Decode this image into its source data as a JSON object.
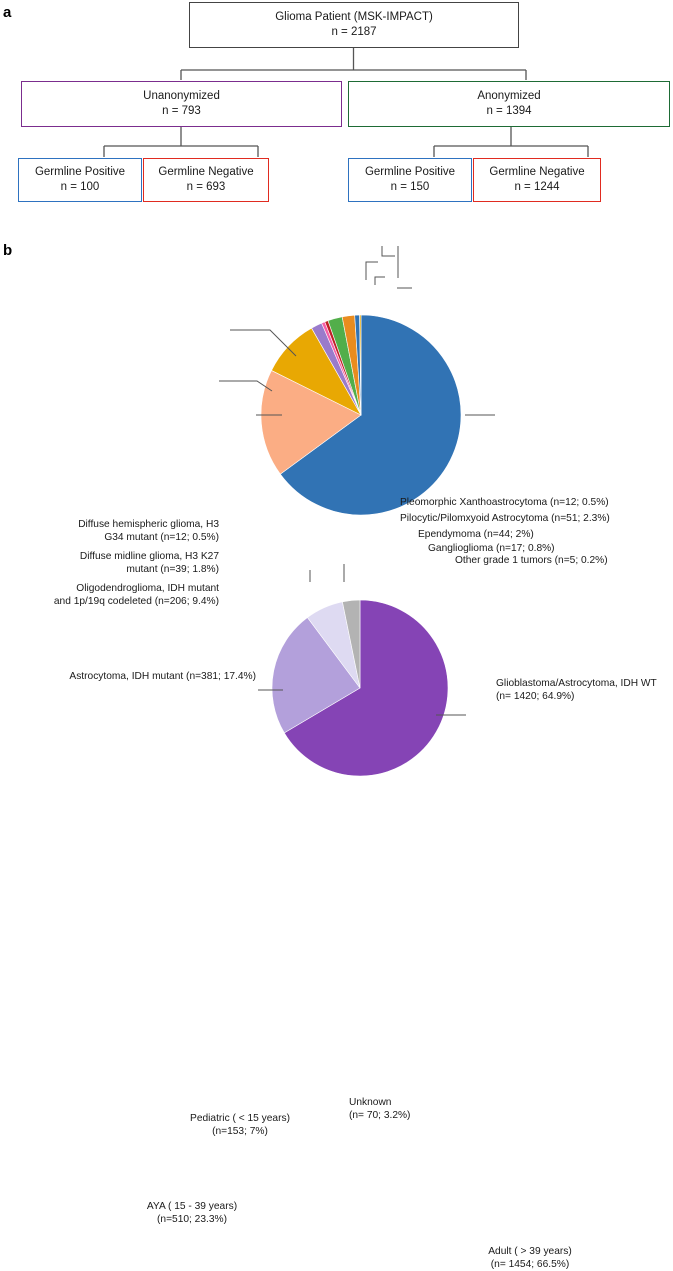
{
  "figure": {
    "panel_a_letter": "a",
    "panel_b_letter": "b"
  },
  "flowchart": {
    "root": {
      "title": "Glioma Patient (MSK-IMPACT)",
      "count": "n = 2187",
      "border_color": "#444444"
    },
    "level2": [
      {
        "title": "Unanonymized",
        "count": "n = 793",
        "border_color": "#7B2D8E"
      },
      {
        "title": "Anonymized",
        "count": "n = 1394",
        "border_color": "#1E6B35"
      }
    ],
    "level3": [
      {
        "title": "Germline Positive",
        "count": "n = 100",
        "border_color": "#2E72C0"
      },
      {
        "title": "Germline Negative",
        "count": "n = 693",
        "border_color": "#E02B20"
      },
      {
        "title": "Germline Positive",
        "count": "n = 150",
        "border_color": "#2E72C0"
      },
      {
        "title": "Germline Negative",
        "count": "n = 1244",
        "border_color": "#E02B20"
      }
    ]
  },
  "chart_data": [
    {
      "type": "pie",
      "title": "",
      "id": "glioma-histology-pie",
      "total": 2187,
      "start_angle_deg": -90,
      "direction": "clockwise",
      "legend": "callout-labels",
      "categories": [
        "Glioblastoma/Astrocytoma, IDH WT",
        "Astrocytoma, IDH mutant",
        "Oligodendroglioma, IDH mutant and 1p/19q codeleted",
        "Diffuse midline glioma, H3 K27 mutant",
        "Diffuse hemispheric glioma, H3 G34 mutant",
        "Pleomorphic Xanthoastrocytoma",
        "Pilocytic/Pilomxyoid Astrocytoma",
        "Ependymoma",
        "Ganglioglioma",
        "Other grade 1 tumors"
      ],
      "values": [
        1420,
        381,
        206,
        39,
        12,
        12,
        51,
        44,
        17,
        5
      ],
      "percents": [
        64.9,
        17.4,
        9.4,
        1.8,
        0.5,
        0.5,
        2.3,
        2.0,
        0.8,
        0.2
      ],
      "colors": [
        "#3173B4",
        "#FBAD84",
        "#E8A803",
        "#9A7BCB",
        "#F75FA8",
        "#C02026",
        "#52AE4A",
        "#E98C1F",
        "#3173B4",
        "#E8A803"
      ],
      "labels": [
        {
          "l1": "Glioblastoma/Astrocytoma, IDH WT",
          "l2": "(n= 1420; 64.9%)"
        },
        {
          "l1": "Astrocytoma, IDH mutant (n=381; 17.4%)",
          "l2": ""
        },
        {
          "l1": "Oligodendroglioma, IDH mutant",
          "l2": "and 1p/19q codeleted (n=206; 9.4%)"
        },
        {
          "l1": "Diffuse midline glioma, H3 K27",
          "l2": "mutant (n=39; 1.8%)"
        },
        {
          "l1": "Diffuse hemispheric glioma, H3",
          "l2": "G34 mutant (n=12; 0.5%)"
        },
        {
          "l1": "Pleomorphic Xanthoastrocytoma (n=12;  0.5%)",
          "l2": ""
        },
        {
          "l1": "Pilocytic/Pilomxyoid Astrocytoma (n=51; 2.3%)",
          "l2": ""
        },
        {
          "l1": "Ependymoma (n=44; 2%)",
          "l2": ""
        },
        {
          "l1": "Ganglioglioma (n=17; 0.8%)",
          "l2": ""
        },
        {
          "l1": "Other grade 1 tumors (n=5; 0.2%)",
          "l2": ""
        }
      ]
    },
    {
      "type": "pie",
      "title": "",
      "id": "age-group-pie",
      "total": 2187,
      "start_angle_deg": -90,
      "direction": "clockwise",
      "legend": "callout-labels",
      "categories": [
        "Adult ( > 39 years)",
        "AYA ( 15 - 39 years)",
        "Pediatric ( < 15 years)",
        "Unknown"
      ],
      "values": [
        1454,
        510,
        153,
        70
      ],
      "percents": [
        66.5,
        23.3,
        7.0,
        3.2
      ],
      "colors": [
        "#8544B5",
        "#B3A0DB",
        "#DEDAF2",
        "#B3B3B3"
      ],
      "labels": [
        {
          "l1": "Adult ( > 39 years)",
          "l2": "(n= 1454; 66.5%)"
        },
        {
          "l1": "AYA ( 15 - 39 years)",
          "l2": "(n=510; 23.3%)"
        },
        {
          "l1": "Pediatric ( < 15 years)",
          "l2": "(n=153; 7%)"
        },
        {
          "l1": "Unknown",
          "l2": "(n= 70; 3.2%)"
        }
      ]
    }
  ]
}
